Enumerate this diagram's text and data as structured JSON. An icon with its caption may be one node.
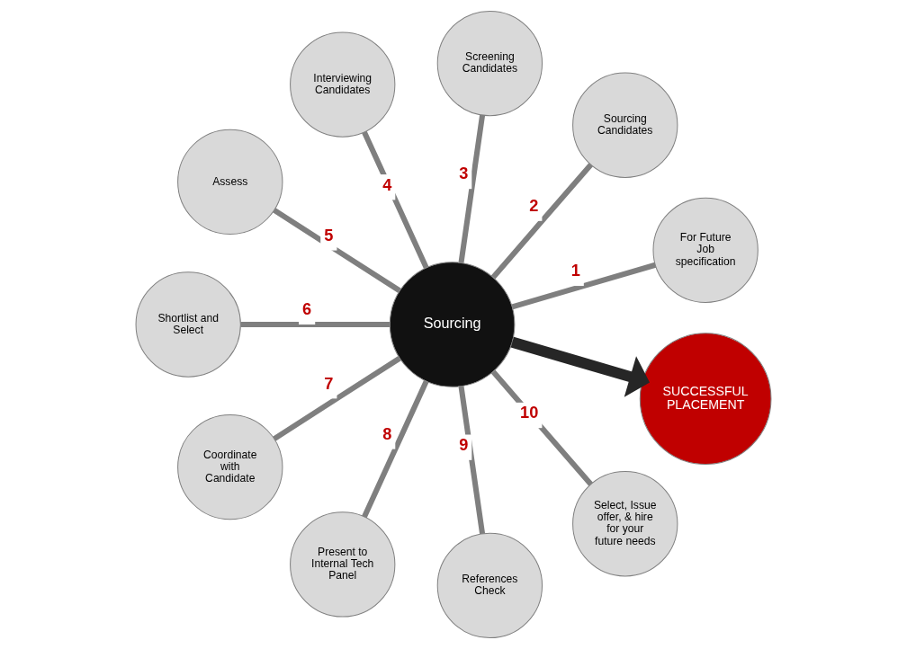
{
  "diagram": {
    "nodes": [
      {
        "text": [
          "Sourcing"
        ]
      },
      {
        "text": [
          "For Future Job specification"
        ]
      },
      {
        "text": [
          "Sourcing Candidates"
        ]
      },
      {
        "text": [
          "Screening Candidates"
        ]
      },
      {
        "text": [
          "Interviewing Candidates"
        ]
      },
      {
        "text": [
          "Assess"
        ]
      },
      {
        "text": [
          "Shortlist and Select"
        ]
      },
      {
        "text": [
          "Coordinate with Candidate"
        ]
      },
      {
        "text": [
          "Present to Internal Tech Panel"
        ]
      },
      {
        "text": [
          "References Check"
        ]
      },
      {
        "text": [
          "Select, Issue offer, & hire for your future needs"
        ]
      },
      {
        "text": [
          "SUCCESSFUL PLACEMENT"
        ]
      }
    ],
    "edges": [
      {
        "from": 0,
        "to": 1,
        "arrow": "none",
        "label": "1"
      },
      {
        "from": 0,
        "to": 2,
        "arrow": "none",
        "label": "2"
      },
      {
        "from": 0,
        "to": 3,
        "arrow": "none",
        "label": "3"
      },
      {
        "from": 0,
        "to": 4,
        "arrow": "none",
        "label": "4"
      },
      {
        "from": 0,
        "to": 5,
        "arrow": "none",
        "label": "5"
      },
      {
        "from": 0,
        "to": 6,
        "arrow": "none",
        "label": "6"
      },
      {
        "from": 0,
        "to": 7,
        "arrow": "none",
        "label": "7"
      },
      {
        "from": 0,
        "to": 8,
        "arrow": "none",
        "label": "8"
      },
      {
        "from": 0,
        "to": 9,
        "arrow": "none",
        "label": "9"
      },
      {
        "from": 0,
        "to": 10,
        "arrow": "none",
        "label": "10"
      },
      {
        "from": 0,
        "to": 11,
        "arrow": "to",
        "style": "thick",
        "color": "#262626"
      }
    ]
  }
}
